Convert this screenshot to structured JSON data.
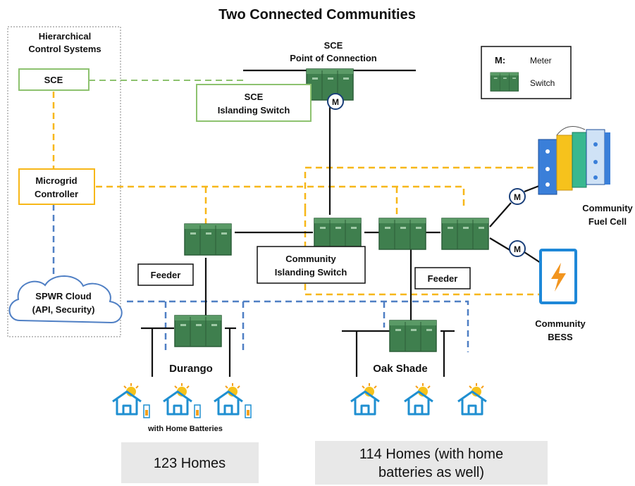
{
  "title": "Two Connected Communities",
  "control": {
    "heading_line1": "Hierarchical",
    "heading_line2": "Control Systems",
    "sce_label": "SCE",
    "microgrid_line1": "Microgrid",
    "microgrid_line2": "Controller",
    "cloud_line1": "SPWR Cloud",
    "cloud_line2": "(API, Security)"
  },
  "poc": {
    "line1": "SCE",
    "line2": "Point of Connection"
  },
  "islanding_sce": {
    "line1": "SCE",
    "line2": "Islanding Switch"
  },
  "legend": {
    "meter_key": "M:",
    "meter_label": "Meter",
    "switch_label": "Switch"
  },
  "meter_symbol": "M",
  "fuel_cell": {
    "line1": "Community",
    "line2": "Fuel Cell"
  },
  "bess": {
    "line1": "Community",
    "line2": "BESS"
  },
  "community_switch": {
    "line1": "Community",
    "line2": "Islanding Switch"
  },
  "feeder_left": "Feeder",
  "feeder_right": "Feeder",
  "durango": "Durango",
  "oak_shade": "Oak Shade",
  "home_batteries": "with Home Batteries",
  "homes_left": "123 Homes",
  "homes_right_line1": "114 Homes (with home",
  "homes_right_line2": "batteries as well)",
  "colors": {
    "switch_fill": "#3f7f4e",
    "switch_dark": "#2c5e38",
    "sce_green": "#8dc26f",
    "control_yellow": "#f7b718",
    "cloud_blue": "#4f7fc4",
    "house_blue": "#1f8fd1",
    "bess_blue": "#1e88d8",
    "bolt_orange": "#f2951f",
    "note_gray": "#e8e8e8"
  }
}
